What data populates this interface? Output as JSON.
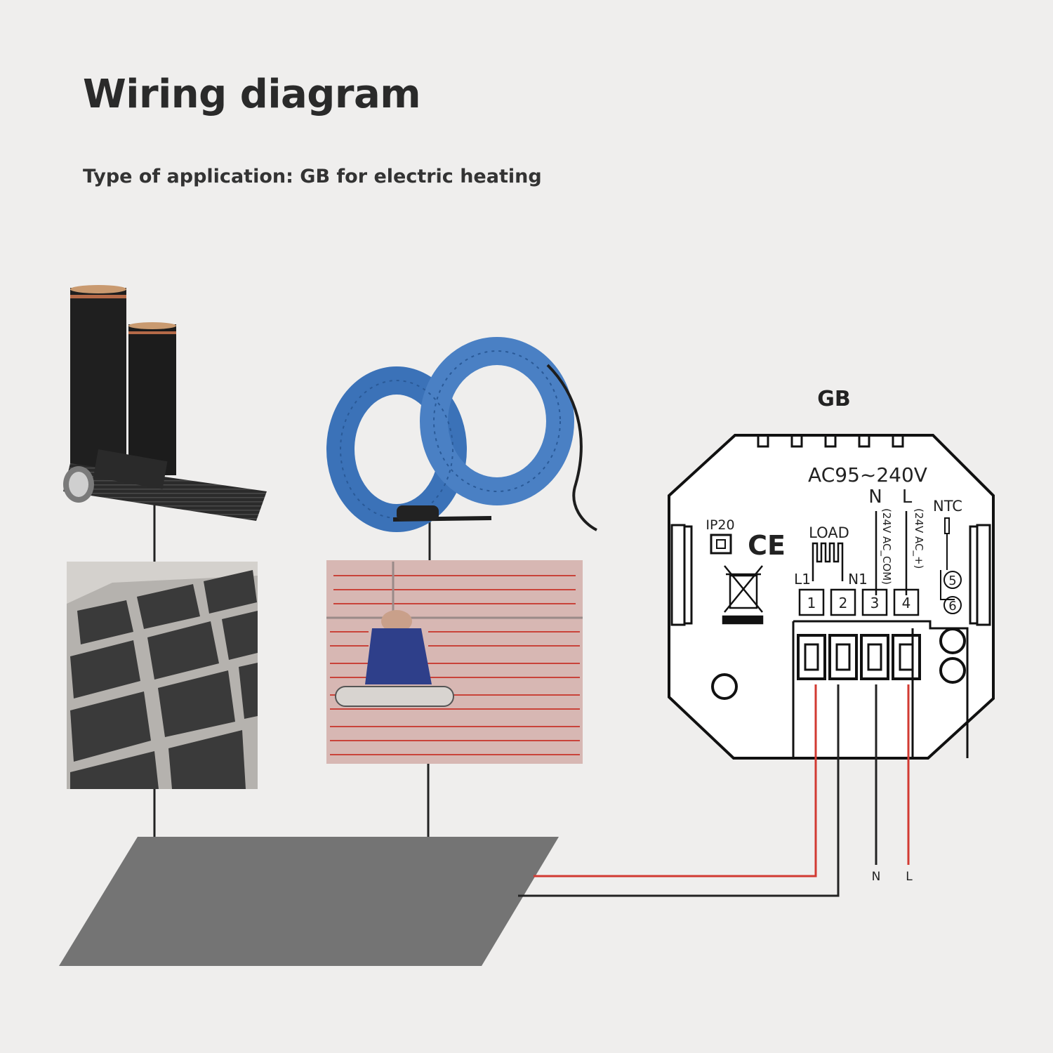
{
  "header": {
    "title": "Wiring diagram",
    "subtitle": "Type of application: GB for electric heating"
  },
  "thermostat": {
    "model_label": "GB",
    "voltage_label": "AC95~240V",
    "n_label": "N",
    "l_label": "L",
    "n_sub_label": "(24V AC_COM)",
    "l_sub_label": "(24V AC_+)",
    "ntc_label": "NTC",
    "ip_label": "IP20",
    "ce_label": "CE",
    "load_label": "LOAD",
    "l1_label": "L1",
    "n1_label": "N1",
    "terminals": [
      "1",
      "2",
      "3",
      "4",
      "5",
      "6"
    ]
  },
  "supply": {
    "n_label": "N",
    "l_label": "L"
  },
  "colors": {
    "background": "#efeeed",
    "line_wire": "#d23a32",
    "neutral_wire": "#222222",
    "heating_floor": "#747474",
    "cable_blue": "#3b72b8"
  },
  "icons": [
    "heating-film-rolls-image",
    "heating-cable-coils-image",
    "film-floor-image",
    "cable-floor-image",
    "recycle-bin-icon",
    "ntc-sensor-icon"
  ]
}
